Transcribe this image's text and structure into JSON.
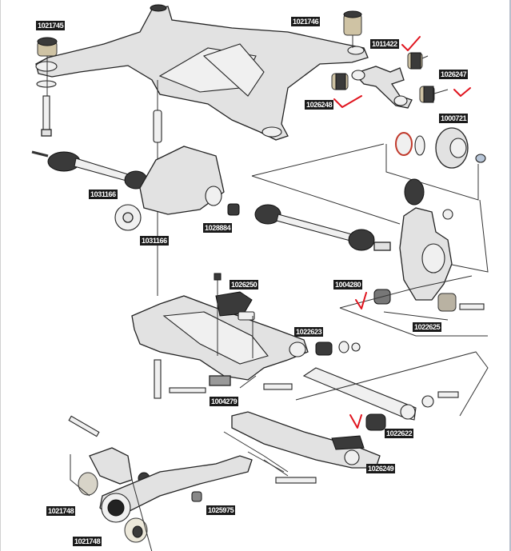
{
  "diagram": {
    "title": "Rear suspension exploded parts view",
    "accent_colors": {
      "label_bg": "#1a1a1a",
      "label_text": "#ffffff",
      "check_mark": "#e0141e"
    },
    "labels": [
      {
        "id": "l1",
        "part_number": "1021745",
        "component": "subframe mount bushing (left)"
      },
      {
        "id": "l2",
        "part_number": "1021746",
        "component": "subframe mount bushing (right)"
      },
      {
        "id": "l3",
        "part_number": "1011422",
        "component": "upper control arm bushing",
        "checked": true
      },
      {
        "id": "l4",
        "part_number": "1026247",
        "component": "upper control arm rear bushing",
        "checked": true
      },
      {
        "id": "l5",
        "part_number": "1026248",
        "component": "upper control arm front bushing",
        "checked": true
      },
      {
        "id": "l6",
        "part_number": "1000721",
        "component": "wheel hub & bearing"
      },
      {
        "id": "l7",
        "part_number": "1031166",
        "component": "drive shaft / CV axle"
      },
      {
        "id": "l8",
        "part_number": "1031166",
        "component": "differential mount"
      },
      {
        "id": "l9",
        "part_number": "1028884",
        "component": "differential output seal"
      },
      {
        "id": "l10",
        "part_number": "1026250",
        "component": "differential bracket mount"
      },
      {
        "id": "l11",
        "part_number": "1004280",
        "component": "knuckle toe link bushing",
        "checked": true
      },
      {
        "id": "l12",
        "part_number": "1022623",
        "component": "lower arm outer bushing"
      },
      {
        "id": "l13",
        "part_number": "1022625",
        "component": "knuckle lower bushing"
      },
      {
        "id": "l14",
        "part_number": "1004279",
        "component": "lower arm inner sleeve"
      },
      {
        "id": "l15",
        "part_number": "1022622",
        "component": "lower link bushing",
        "checked": true
      },
      {
        "id": "l16",
        "part_number": "1026249",
        "component": "lower control arm"
      },
      {
        "id": "l17",
        "part_number": "1021748",
        "component": "trailing arm front bushing"
      },
      {
        "id": "l18",
        "part_number": "1021748",
        "component": "trailing arm rear bushing"
      },
      {
        "id": "l19",
        "part_number": "1025975",
        "component": "trailing arm small bushing"
      }
    ]
  }
}
